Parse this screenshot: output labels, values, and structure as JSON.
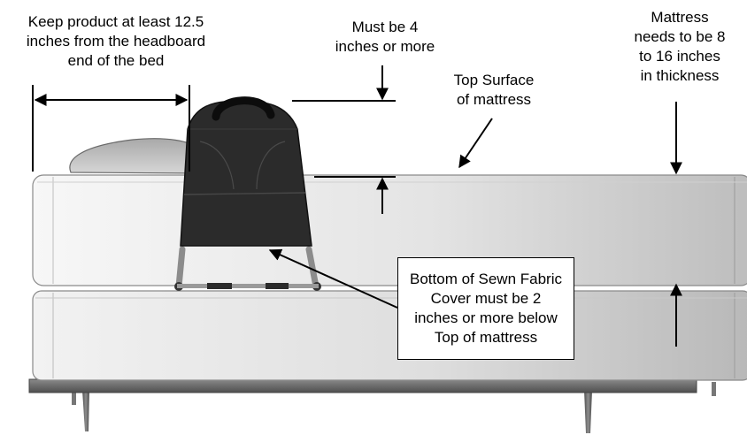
{
  "annotations": {
    "headboard_clearance": "Keep product at least 12.5\ninches from the headboard\nend of the bed",
    "handle_height": "Must be 4\ninches or more",
    "top_surface": "Top Surface\nof mattress",
    "mattress_thickness": "Mattress\nneeds to be 8\nto 16 inches\nin thickness",
    "fabric_cover": "Bottom of Sewn Fabric\nCover must be 2\ninches or more below\nTop of mattress"
  },
  "colors": {
    "ink": "#000000",
    "fabric": "#2a2a2a",
    "handle": "#111111",
    "frame": "#6f6f6f",
    "mattress_light": "#f4f4f4",
    "mattress_dark": "#c2c2c2",
    "pillow": "#bcbcbc"
  }
}
